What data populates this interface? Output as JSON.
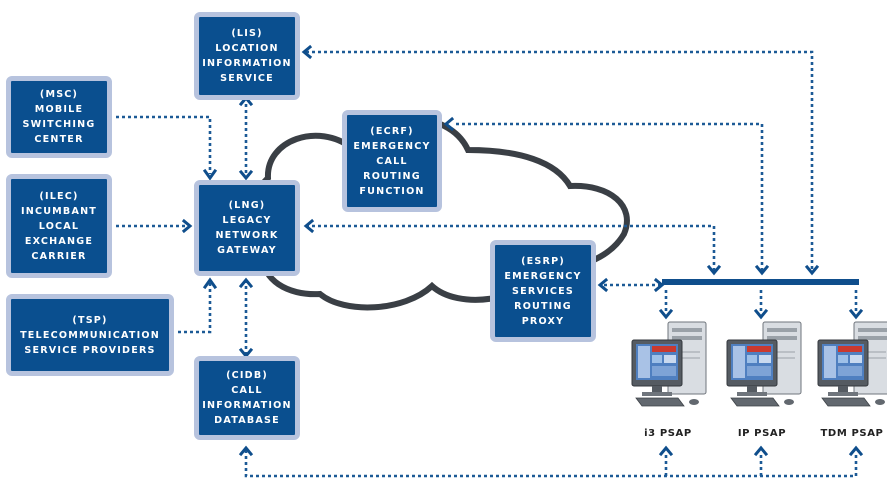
{
  "boxes": {
    "lis": {
      "lines": [
        "(LIS)",
        "LOCATION",
        "INFORMATION",
        "SERVICE"
      ]
    },
    "msc": {
      "lines": [
        "(MSC)",
        "MOBILE",
        "SWITCHING",
        "CENTER"
      ]
    },
    "ilec": {
      "lines": [
        "(ILEC)",
        "INCUMBANT",
        "LOCAL",
        "EXCHANGE",
        "CARRIER"
      ]
    },
    "tsp": {
      "lines": [
        "(TSP)",
        "TELECOMMUNICATION",
        "SERVICE PROVIDERS"
      ]
    },
    "lng": {
      "lines": [
        "(LNG)",
        "LEGACY",
        "NETWORK",
        "GATEWAY"
      ]
    },
    "cidb": {
      "lines": [
        "(CIDB)",
        "CALL",
        "INFORMATION",
        "DATABASE"
      ]
    },
    "ecrf": {
      "lines": [
        "(ECRF)",
        "EMERGENCY",
        "CALL",
        "ROUTING",
        "FUNCTION"
      ]
    },
    "esrp": {
      "lines": [
        "(ESRP)",
        "EMERGENCY",
        "SERVICES",
        "ROUTING",
        "PROXY"
      ]
    }
  },
  "psaps": {
    "i3": {
      "label": "i3 PSAP"
    },
    "ip": {
      "label": "IP PSAP"
    },
    "tdm": {
      "label": "TDM PSAP"
    }
  },
  "colors": {
    "box_fill": "#0a4f8f",
    "box_border": "#b7c3de",
    "connector": "#1c5a96",
    "cloud_stroke": "#3a3f45",
    "bus": "#0f4e8c"
  }
}
